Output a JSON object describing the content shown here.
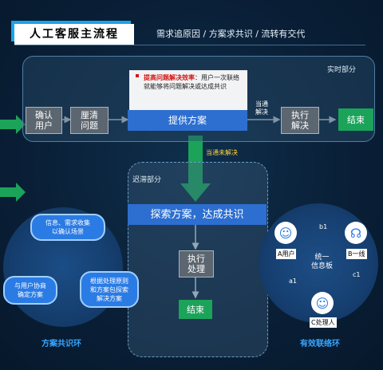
{
  "header": {
    "title": "人工客服主流程",
    "subtitle": "需求追原因 / 方案求共识 / 流转有交代"
  },
  "realtime": {
    "label": "实时部分",
    "confirm_user": [
      "确认",
      "用户"
    ],
    "clarify_issue": [
      "厘清",
      "问题"
    ],
    "provide_solution": "提供方案",
    "note_highlight": "提高问题解决效率",
    "note_text": "：用户一次联络就能够将问题解决或达成共识",
    "arrow_label_1": [
      "当通",
      "解决"
    ],
    "execute_resolve": [
      "执行",
      "解决"
    ],
    "end": "结束",
    "arrow_label_2": "当通未解决"
  },
  "delayed": {
    "label": "迟滞部分",
    "explore": "探索方案，达成共识",
    "execute": [
      "执行",
      "处理"
    ],
    "end": "结束"
  },
  "left_ring": {
    "caption": "方案共识环",
    "top": [
      "信息、需求收集",
      "以确认场景"
    ],
    "left": [
      "与用户协商",
      "确定方案"
    ],
    "right": [
      "根据处理原则",
      "和方案包探索",
      "解决方案"
    ]
  },
  "right_ring": {
    "caption": "有效联络环",
    "user_a": "A用户",
    "line_b": "B一线",
    "handler_c": "C处理人",
    "center": [
      "统一",
      "信息板"
    ],
    "b1": "b1",
    "a1": "a1",
    "c1": "c1"
  },
  "colors": {
    "green": "#1ba35a",
    "blue": "#2d6fd0",
    "accent": "#1aa3e8",
    "caption": "#39a6ff"
  }
}
